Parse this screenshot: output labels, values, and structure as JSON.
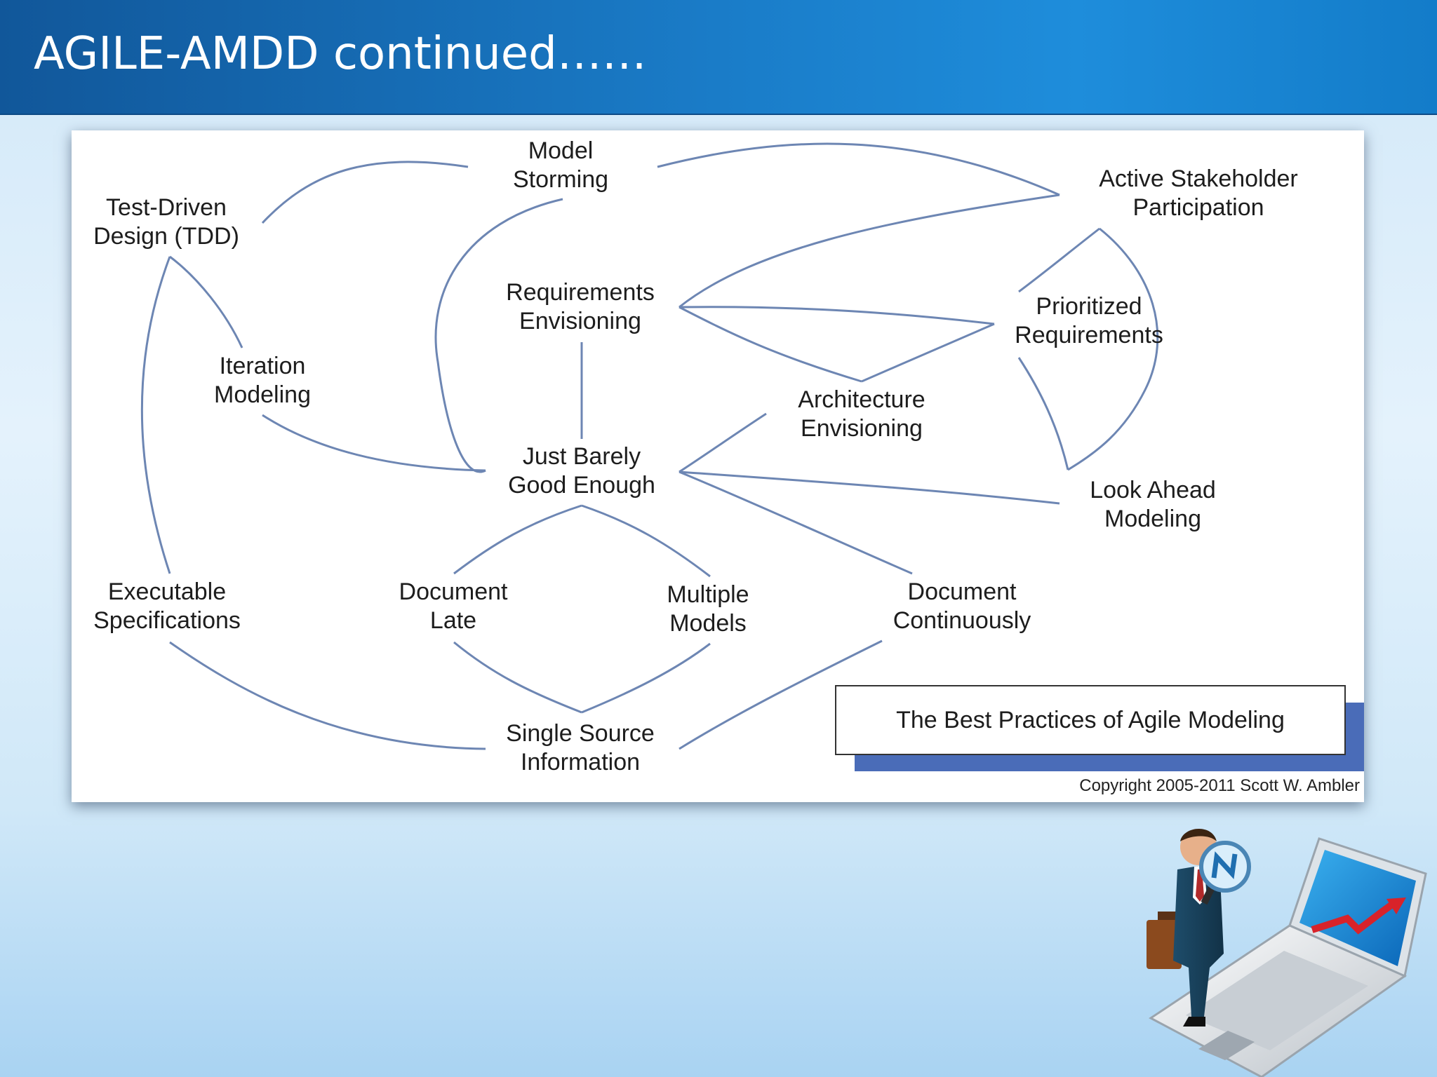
{
  "slide": {
    "title": "AGILE-AMDD continued……"
  },
  "diagram": {
    "nodes": {
      "model_storming": [
        "Model",
        "Storming"
      ],
      "tdd": [
        "Test-Driven",
        "Design (TDD)"
      ],
      "active_stakeholder": [
        "Active Stakeholder",
        "Participation"
      ],
      "requirements_envisioning": [
        "Requirements",
        "Envisioning"
      ],
      "prioritized_requirements": [
        "Prioritized",
        "Requirements"
      ],
      "iteration_modeling": [
        "Iteration",
        "Modeling"
      ],
      "architecture_envisioning": [
        "Architecture",
        "Envisioning"
      ],
      "just_barely": [
        "Just Barely",
        "Good Enough"
      ],
      "look_ahead": [
        "Look Ahead",
        "Modeling"
      ],
      "executable_specs": [
        "Executable",
        "Specifications"
      ],
      "document_late": [
        "Document",
        "Late"
      ],
      "multiple_models": [
        "Multiple",
        "Models"
      ],
      "document_continuously": [
        "Document",
        "Continuously"
      ],
      "single_source": [
        "Single Source",
        "Information"
      ]
    },
    "legend_title": "The Best Practices of Agile Modeling",
    "copyright": "Copyright 2005-2011 Scott W. Ambler",
    "colors": {
      "edge": "#6d86b3",
      "legend_accent": "#4a6cb8"
    }
  },
  "colors": {
    "title_bar": "#1a7cc8",
    "title_text": "#ffffff"
  }
}
